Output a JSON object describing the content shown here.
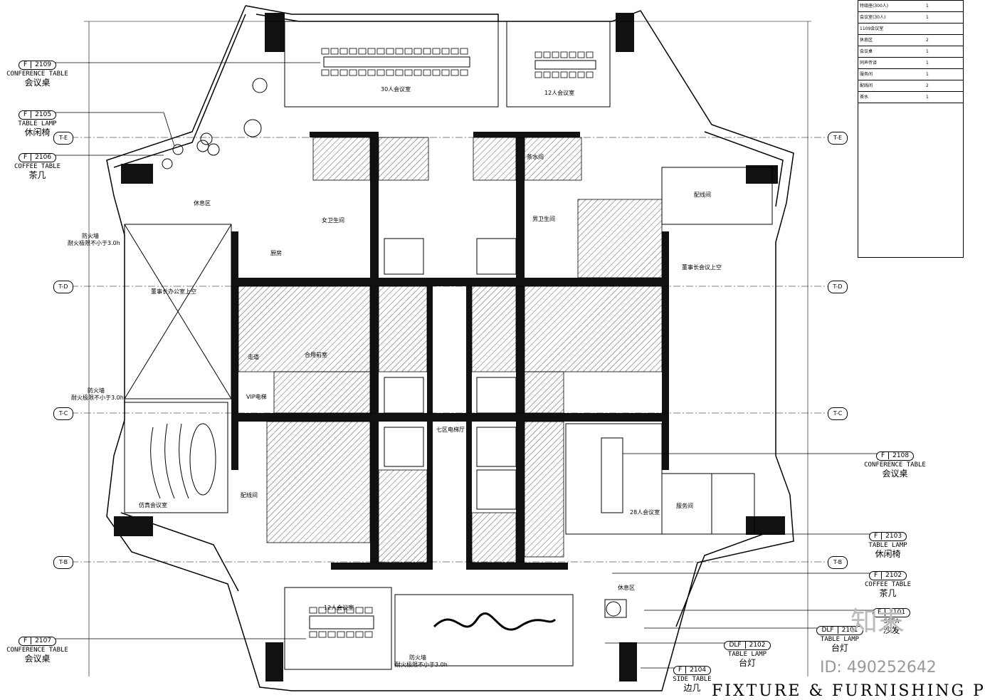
{
  "drawing": {
    "title": "FIXTURE & FURNISHING PL",
    "watermark_id": "ID: 490252642",
    "watermark_brand": "知末"
  },
  "grid_lines": [
    "T-E",
    "T-D",
    "T-C",
    "T-B"
  ],
  "callouts": [
    {
      "code": "F",
      "num": "2109",
      "en": "CONFERENCE TABLE",
      "cn": "会议桌"
    },
    {
      "code": "F",
      "num": "2105",
      "en": "TABLE LAMP",
      "cn": "休闲椅"
    },
    {
      "code": "F",
      "num": "2106",
      "en": "COFFEE TABLE",
      "cn": "茶几"
    },
    {
      "code": "F",
      "num": "2107",
      "en": "CONFERENCE TABLE",
      "cn": "会议桌"
    },
    {
      "code": "F",
      "num": "2108",
      "en": "CONFERENCE TABLE",
      "cn": "会议桌"
    },
    {
      "code": "F",
      "num": "2103",
      "en": "TABLE LAMP",
      "cn": "休闲椅"
    },
    {
      "code": "F",
      "num": "2102",
      "en": "COFFEE TABLE",
      "cn": "茶几"
    },
    {
      "code": "F",
      "num": "2101",
      "en": "SOFA",
      "cn": "沙发"
    },
    {
      "code": "DLF",
      "num": "2102",
      "en": "TABLE LAMP",
      "cn": "台灯"
    },
    {
      "code": "DLF",
      "num": "2101",
      "en": "TABLE LAMP",
      "cn": "台灯"
    },
    {
      "code": "F",
      "num": "2104",
      "en": "SIDE TABLE",
      "cn": "边几"
    }
  ],
  "rooms": {
    "r30": "30人会议室",
    "r12a": "12人会议室",
    "r12b": "12人会议室",
    "r28": "28人会议室",
    "lounge": "休息区",
    "lounge2": "休息区",
    "kitchen": "厨房",
    "chair_office": "董事长办公室上空",
    "chair_meeting": "董事长会议上空",
    "vip_lift": "VIP电梯",
    "sim_meeting": "仿真会议室",
    "elev_hall": "七区电梯厅",
    "power1": "配线间",
    "power2": "配线间",
    "service": "服务间",
    "fire1": "防火墙",
    "fire2": "防火墙",
    "fire3": "防火墙",
    "fire_note": "耐火极限不小于3.0h",
    "female_wc": "女卫生间",
    "male_wc": "男卫生间",
    "pantry": "茶水间",
    "stair": "合用前室",
    "aisle": "走道"
  },
  "schedule": {
    "rows": [
      {
        "label": "特级座(300人)",
        "val": "1"
      },
      {
        "label": "会议室(30人)",
        "val": "1"
      },
      {
        "label": "1109会议室",
        "val": ""
      },
      {
        "label": "休息区",
        "val": "2"
      },
      {
        "label": "会议桌",
        "val": "1"
      },
      {
        "label": "同声传译",
        "val": "1"
      },
      {
        "label": "服务间",
        "val": "1"
      },
      {
        "label": "配线间",
        "val": "2"
      },
      {
        "label": "茶水",
        "val": "1"
      }
    ]
  },
  "colors": {
    "line": "#000000",
    "hatch": "#555555",
    "watermark": "#888888"
  }
}
